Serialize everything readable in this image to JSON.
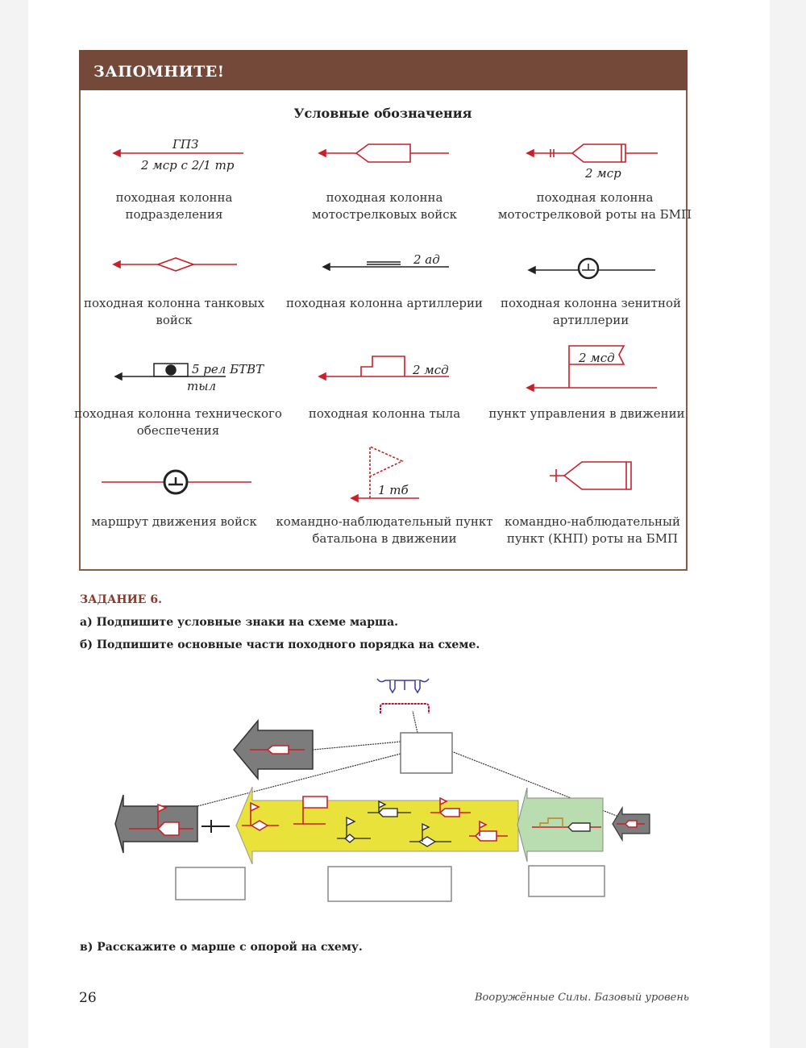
{
  "box": {
    "title": "ЗАПОМНИТЕ!",
    "legend_title": "Условные обозначения",
    "items": [
      {
        "label": "походная колонна подразделения",
        "sign_top": "ГПЗ",
        "sign_bottom": "2 мср с 2/1 тр"
      },
      {
        "label": "походная колонна мотострелковых войск"
      },
      {
        "label": "походная колонна мотострелковой роты на БМП",
        "sign_bottom": "2 мср"
      },
      {
        "label": "походная колонна танковых войск"
      },
      {
        "label": "походная колонна артиллерии",
        "sign_top": "2 ад"
      },
      {
        "label": "походная колонна зенитной артиллерии"
      },
      {
        "label": "походная колонна технического обеспечения",
        "sign_top": "5 рел БТВТ",
        "sign_bottom": "тыл"
      },
      {
        "label": "походная колонна тыла",
        "sign_top": "2 мсд"
      },
      {
        "label": "пункт управления в движении",
        "sign_top": "2 мсд"
      },
      {
        "label": "маршрут движения войск"
      },
      {
        "label": "командно-наблюдательный пункт батальона в движении",
        "sign_top": "1 тб"
      },
      {
        "label": "командно-наблюдательный пункт (КНП) роты на БМП"
      }
    ]
  },
  "task": {
    "title": "ЗАДАНИЕ 6.",
    "a": "а) Подпишите условные знаки на схеме марша.",
    "b": "б) Подпишите основные части походного порядка на схеме.",
    "c": "в) Расскажите о марше с опорой на схему."
  },
  "footer": {
    "page_number": "26",
    "book": "Вооружённые Силы. Базовый уровень"
  },
  "colors": {
    "header": "#75493a",
    "sign": "#c8202a",
    "main_column": "#e8e23a",
    "rear_column": "#b9dcb0",
    "guard": "#808080"
  }
}
